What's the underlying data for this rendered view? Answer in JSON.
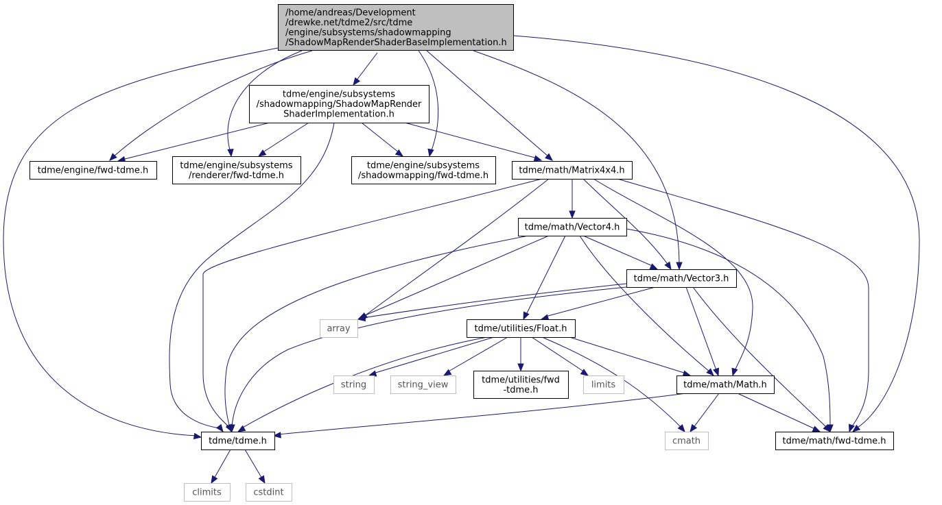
{
  "graph": {
    "nodes": [
      {
        "id": "root",
        "lines": [
          "/home/andreas/Development",
          "/drewke.net/tdme2/src/tdme",
          "/engine/subsystems/shadowmapping",
          "/ShadowMapRenderShaderBaseImplementation.h"
        ],
        "kind": "root"
      },
      {
        "id": "impl",
        "lines": [
          "tdme/engine/subsystems",
          "/shadowmapping/ShadowMapRender",
          "ShaderImplementation.h"
        ],
        "kind": "header"
      },
      {
        "id": "engfwd",
        "lines": [
          "tdme/engine/fwd-tdme.h"
        ],
        "kind": "header"
      },
      {
        "id": "renfwd",
        "lines": [
          "tdme/engine/subsystems",
          "/renderer/fwd-tdme.h"
        ],
        "kind": "header"
      },
      {
        "id": "smfwd",
        "lines": [
          "tdme/engine/subsystems",
          "/shadowmapping/fwd-tdme.h"
        ],
        "kind": "header"
      },
      {
        "id": "mat4",
        "lines": [
          "tdme/math/Matrix4x4.h"
        ],
        "kind": "header"
      },
      {
        "id": "vec4",
        "lines": [
          "tdme/math/Vector4.h"
        ],
        "kind": "header"
      },
      {
        "id": "vec3",
        "lines": [
          "tdme/math/Vector3.h"
        ],
        "kind": "header"
      },
      {
        "id": "array",
        "lines": [
          "array"
        ],
        "kind": "system"
      },
      {
        "id": "float",
        "lines": [
          "tdme/utilities/Float.h"
        ],
        "kind": "header"
      },
      {
        "id": "string",
        "lines": [
          "string"
        ],
        "kind": "system"
      },
      {
        "id": "stringview",
        "lines": [
          "string_view"
        ],
        "kind": "system"
      },
      {
        "id": "utilfwd",
        "lines": [
          "tdme/utilities/fwd",
          "-tdme.h"
        ],
        "kind": "header"
      },
      {
        "id": "limits",
        "lines": [
          "limits"
        ],
        "kind": "system"
      },
      {
        "id": "math",
        "lines": [
          "tdme/math/Math.h"
        ],
        "kind": "header"
      },
      {
        "id": "tdme",
        "lines": [
          "tdme/tdme.h"
        ],
        "kind": "header"
      },
      {
        "id": "cmath",
        "lines": [
          "cmath"
        ],
        "kind": "system"
      },
      {
        "id": "mathfwd",
        "lines": [
          "tdme/math/fwd-tdme.h"
        ],
        "kind": "header"
      },
      {
        "id": "climits",
        "lines": [
          "climits"
        ],
        "kind": "system"
      },
      {
        "id": "cstdint",
        "lines": [
          "cstdint"
        ],
        "kind": "system"
      }
    ],
    "edges": [
      [
        "root",
        "tdme"
      ],
      [
        "root",
        "engfwd"
      ],
      [
        "root",
        "renfwd"
      ],
      [
        "root",
        "impl"
      ],
      [
        "root",
        "smfwd"
      ],
      [
        "root",
        "mat4"
      ],
      [
        "root",
        "vec3"
      ],
      [
        "root",
        "mathfwd"
      ],
      [
        "impl",
        "engfwd"
      ],
      [
        "impl",
        "renfwd"
      ],
      [
        "impl",
        "tdme"
      ],
      [
        "impl",
        "smfwd"
      ],
      [
        "impl",
        "mat4"
      ],
      [
        "mat4",
        "tdme"
      ],
      [
        "mat4",
        "array"
      ],
      [
        "mat4",
        "vec4"
      ],
      [
        "mat4",
        "vec3"
      ],
      [
        "mat4",
        "math"
      ],
      [
        "mat4",
        "mathfwd"
      ],
      [
        "vec4",
        "tdme"
      ],
      [
        "vec4",
        "array"
      ],
      [
        "vec4",
        "float"
      ],
      [
        "vec4",
        "vec3"
      ],
      [
        "vec4",
        "math"
      ],
      [
        "vec4",
        "mathfwd"
      ],
      [
        "vec3",
        "array"
      ],
      [
        "vec3",
        "tdme"
      ],
      [
        "vec3",
        "float"
      ],
      [
        "vec3",
        "math"
      ],
      [
        "vec3",
        "mathfwd"
      ],
      [
        "float",
        "tdme"
      ],
      [
        "float",
        "string"
      ],
      [
        "float",
        "stringview"
      ],
      [
        "float",
        "utilfwd"
      ],
      [
        "float",
        "limits"
      ],
      [
        "float",
        "cmath"
      ],
      [
        "float",
        "math"
      ],
      [
        "math",
        "tdme"
      ],
      [
        "math",
        "cmath"
      ],
      [
        "math",
        "mathfwd"
      ],
      [
        "tdme",
        "climits"
      ],
      [
        "tdme",
        "cstdint"
      ]
    ]
  },
  "colors": {
    "edge": "#191970",
    "root_fill": "#bfbfbf",
    "node_border": "#000000",
    "system_border": "#bfbfbf",
    "system_text": "#555555",
    "node_fill": "#ffffff"
  }
}
